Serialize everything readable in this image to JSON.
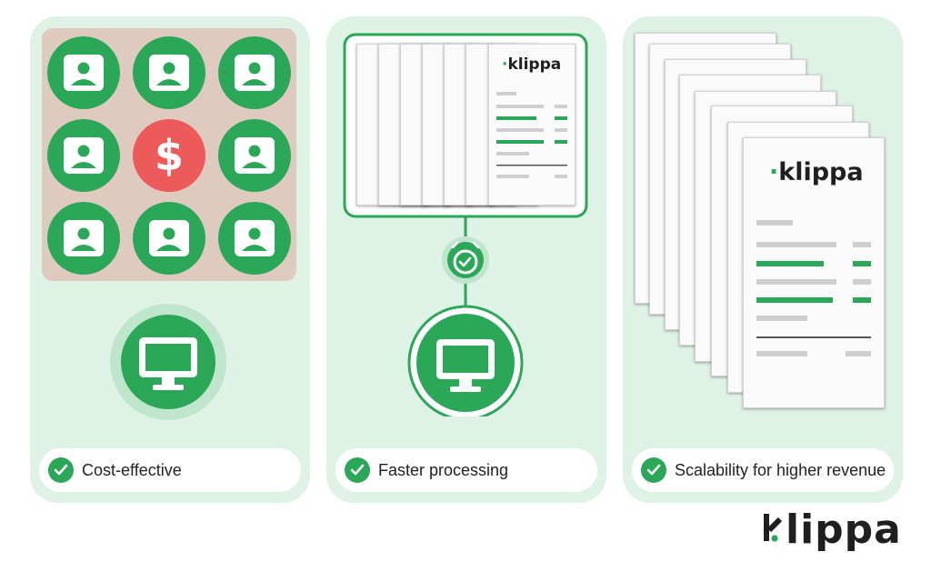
{
  "benefits": [
    {
      "label": "Cost-effective"
    },
    {
      "label": "Faster processing"
    },
    {
      "label": "Scalability for higher revenue"
    }
  ],
  "brand": {
    "logo_text": "klippa",
    "logo_stem": "lippa",
    "logo_k": "k"
  },
  "grid": {
    "icons": [
      "person-card-icon",
      "person-card-icon",
      "person-card-icon",
      "person-card-icon",
      "dollar-icon",
      "person-card-icon",
      "person-card-icon",
      "person-card-icon",
      "person-card-icon"
    ]
  },
  "colors": {
    "green": "#2aa858",
    "panel": "#dff2e6",
    "red": "#ec5a5a",
    "grid_bg": "#dfcac0",
    "dark": "#1f1f1f"
  }
}
